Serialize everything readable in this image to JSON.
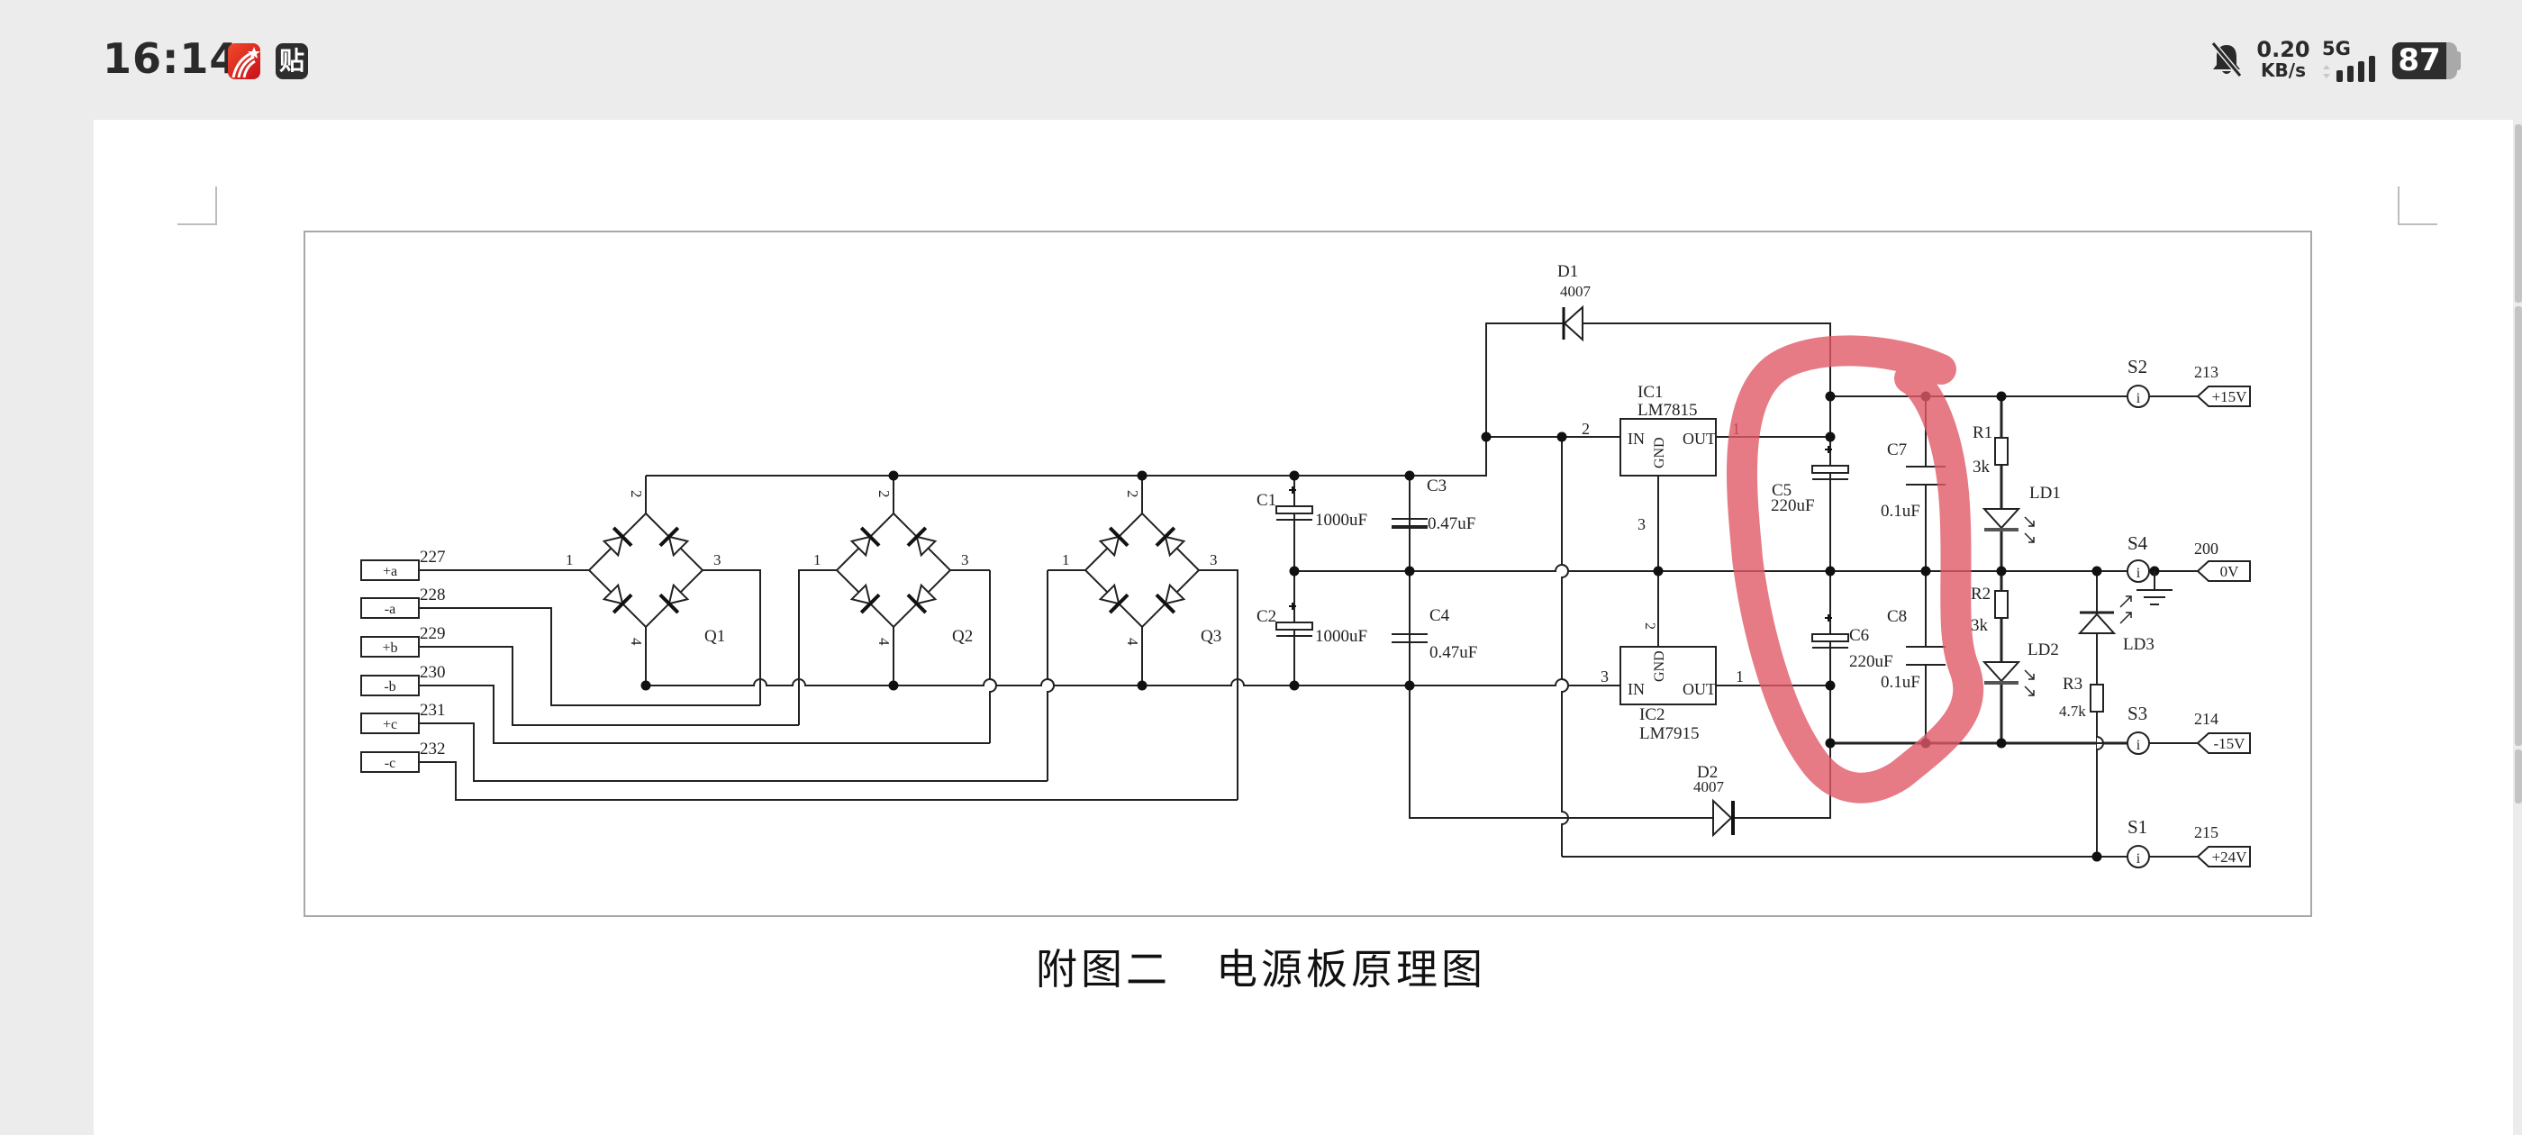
{
  "status_bar": {
    "time": "16:14",
    "notification_icons": [
      "chaoxing-app-icon",
      "tieba-app-icon"
    ],
    "tieba_glyph": "贴",
    "mute_icon": "bell-off-icon",
    "net_speed_value": "0.20",
    "net_speed_unit": "KB/s",
    "network_type": "5G",
    "signal_bars": 4,
    "battery_percent": "87"
  },
  "document": {
    "caption": "附图二　电源板原理图",
    "schematic": {
      "input_terminals": [
        {
          "label": "+a",
          "net": "227"
        },
        {
          "label": "-a",
          "net": "228"
        },
        {
          "label": "+b",
          "net": "229"
        },
        {
          "label": "-b",
          "net": "230"
        },
        {
          "label": "+c",
          "net": "231"
        },
        {
          "label": "-c",
          "net": "232"
        }
      ],
      "bridges": [
        {
          "ref": "Q1",
          "pins": [
            "1",
            "2",
            "3",
            "4"
          ]
        },
        {
          "ref": "Q2",
          "pins": [
            "1",
            "2",
            "3",
            "4"
          ]
        },
        {
          "ref": "Q3",
          "pins": [
            "1",
            "2",
            "3",
            "4"
          ]
        }
      ],
      "capacitors": [
        {
          "ref": "C1",
          "value": "1000uF",
          "polarized": true
        },
        {
          "ref": "C2",
          "value": "1000uF",
          "polarized": true
        },
        {
          "ref": "C3",
          "value": "0.47uF",
          "polarized": false
        },
        {
          "ref": "C4",
          "value": "0.47uF",
          "polarized": false
        },
        {
          "ref": "C5",
          "value": "220uF",
          "polarized": true
        },
        {
          "ref": "C6",
          "value": "220uF",
          "polarized": true
        },
        {
          "ref": "C7",
          "value": "0.1uF",
          "polarized": false
        },
        {
          "ref": "C8",
          "value": "0.1uF",
          "polarized": false
        }
      ],
      "diodes": [
        {
          "ref": "D1",
          "value": "4007"
        },
        {
          "ref": "D2",
          "value": "4007"
        }
      ],
      "regulators": [
        {
          "ref": "IC1",
          "part": "LM7815",
          "pin_in": "IN",
          "pin_out": "OUT",
          "pin_gnd": "GND",
          "in_num": "2",
          "out_num": "1",
          "gnd_num": "3"
        },
        {
          "ref": "IC2",
          "part": "LM7915",
          "pin_in": "IN",
          "pin_out": "OUT",
          "pin_gnd": "GND",
          "in_num": "3",
          "out_num": "1",
          "gnd_num": "2"
        }
      ],
      "resistors": [
        {
          "ref": "R1",
          "value": "3k"
        },
        {
          "ref": "R2",
          "value": "3k"
        },
        {
          "ref": "R3",
          "value": "4.7k"
        }
      ],
      "leds": [
        {
          "ref": "LD1"
        },
        {
          "ref": "LD2"
        },
        {
          "ref": "LD3"
        }
      ],
      "test_points": [
        {
          "ref": "S2",
          "net": "213",
          "label": "+15V"
        },
        {
          "ref": "S4",
          "net": "200",
          "label": "0V"
        },
        {
          "ref": "S3",
          "net": "214",
          "label": "-15V"
        },
        {
          "ref": "S1",
          "net": "215",
          "label": "+24V"
        }
      ],
      "test_point_glyph": "i",
      "annotation_color": "#e05a68"
    }
  }
}
